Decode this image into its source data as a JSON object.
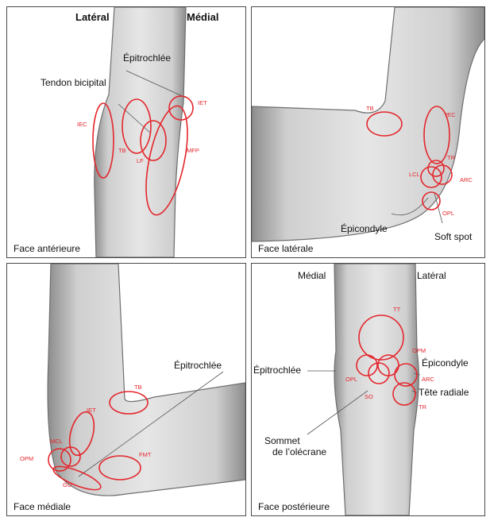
{
  "panels": {
    "anterior": {
      "caption": "Face antérieure",
      "side_left": "Latéral",
      "side_right": "Médial",
      "labels": [
        "Épitrochlée",
        "Tendon bicipital"
      ],
      "zones": [
        "IEC",
        "TB",
        "LF",
        "MFP",
        "IET"
      ]
    },
    "lateral": {
      "caption": "Face latérale",
      "labels": [
        "Épicondyle",
        "Soft spot"
      ],
      "zones": [
        "TB",
        "IEC",
        "TR",
        "LCL",
        "ARC",
        "OPL"
      ]
    },
    "medial": {
      "caption": "Face médiale",
      "labels": [
        "Épitrochlée"
      ],
      "zones": [
        "TB",
        "IET",
        "MCL",
        "OPM",
        "GU",
        "FMT"
      ]
    },
    "posterior": {
      "caption": "Face postérieure",
      "side_left": "Médial",
      "side_right": "Latéral",
      "labels": [
        "Épitrochlée",
        "Épicondyle",
        "Tête radiale",
        "Sommet",
        "de l’olécrane"
      ],
      "zones": [
        "TT",
        "OPM",
        "OPL",
        "SO",
        "ARC",
        "TR"
      ]
    }
  },
  "colors": {
    "zone": "#e4262c",
    "border": "#4a4a4a"
  }
}
